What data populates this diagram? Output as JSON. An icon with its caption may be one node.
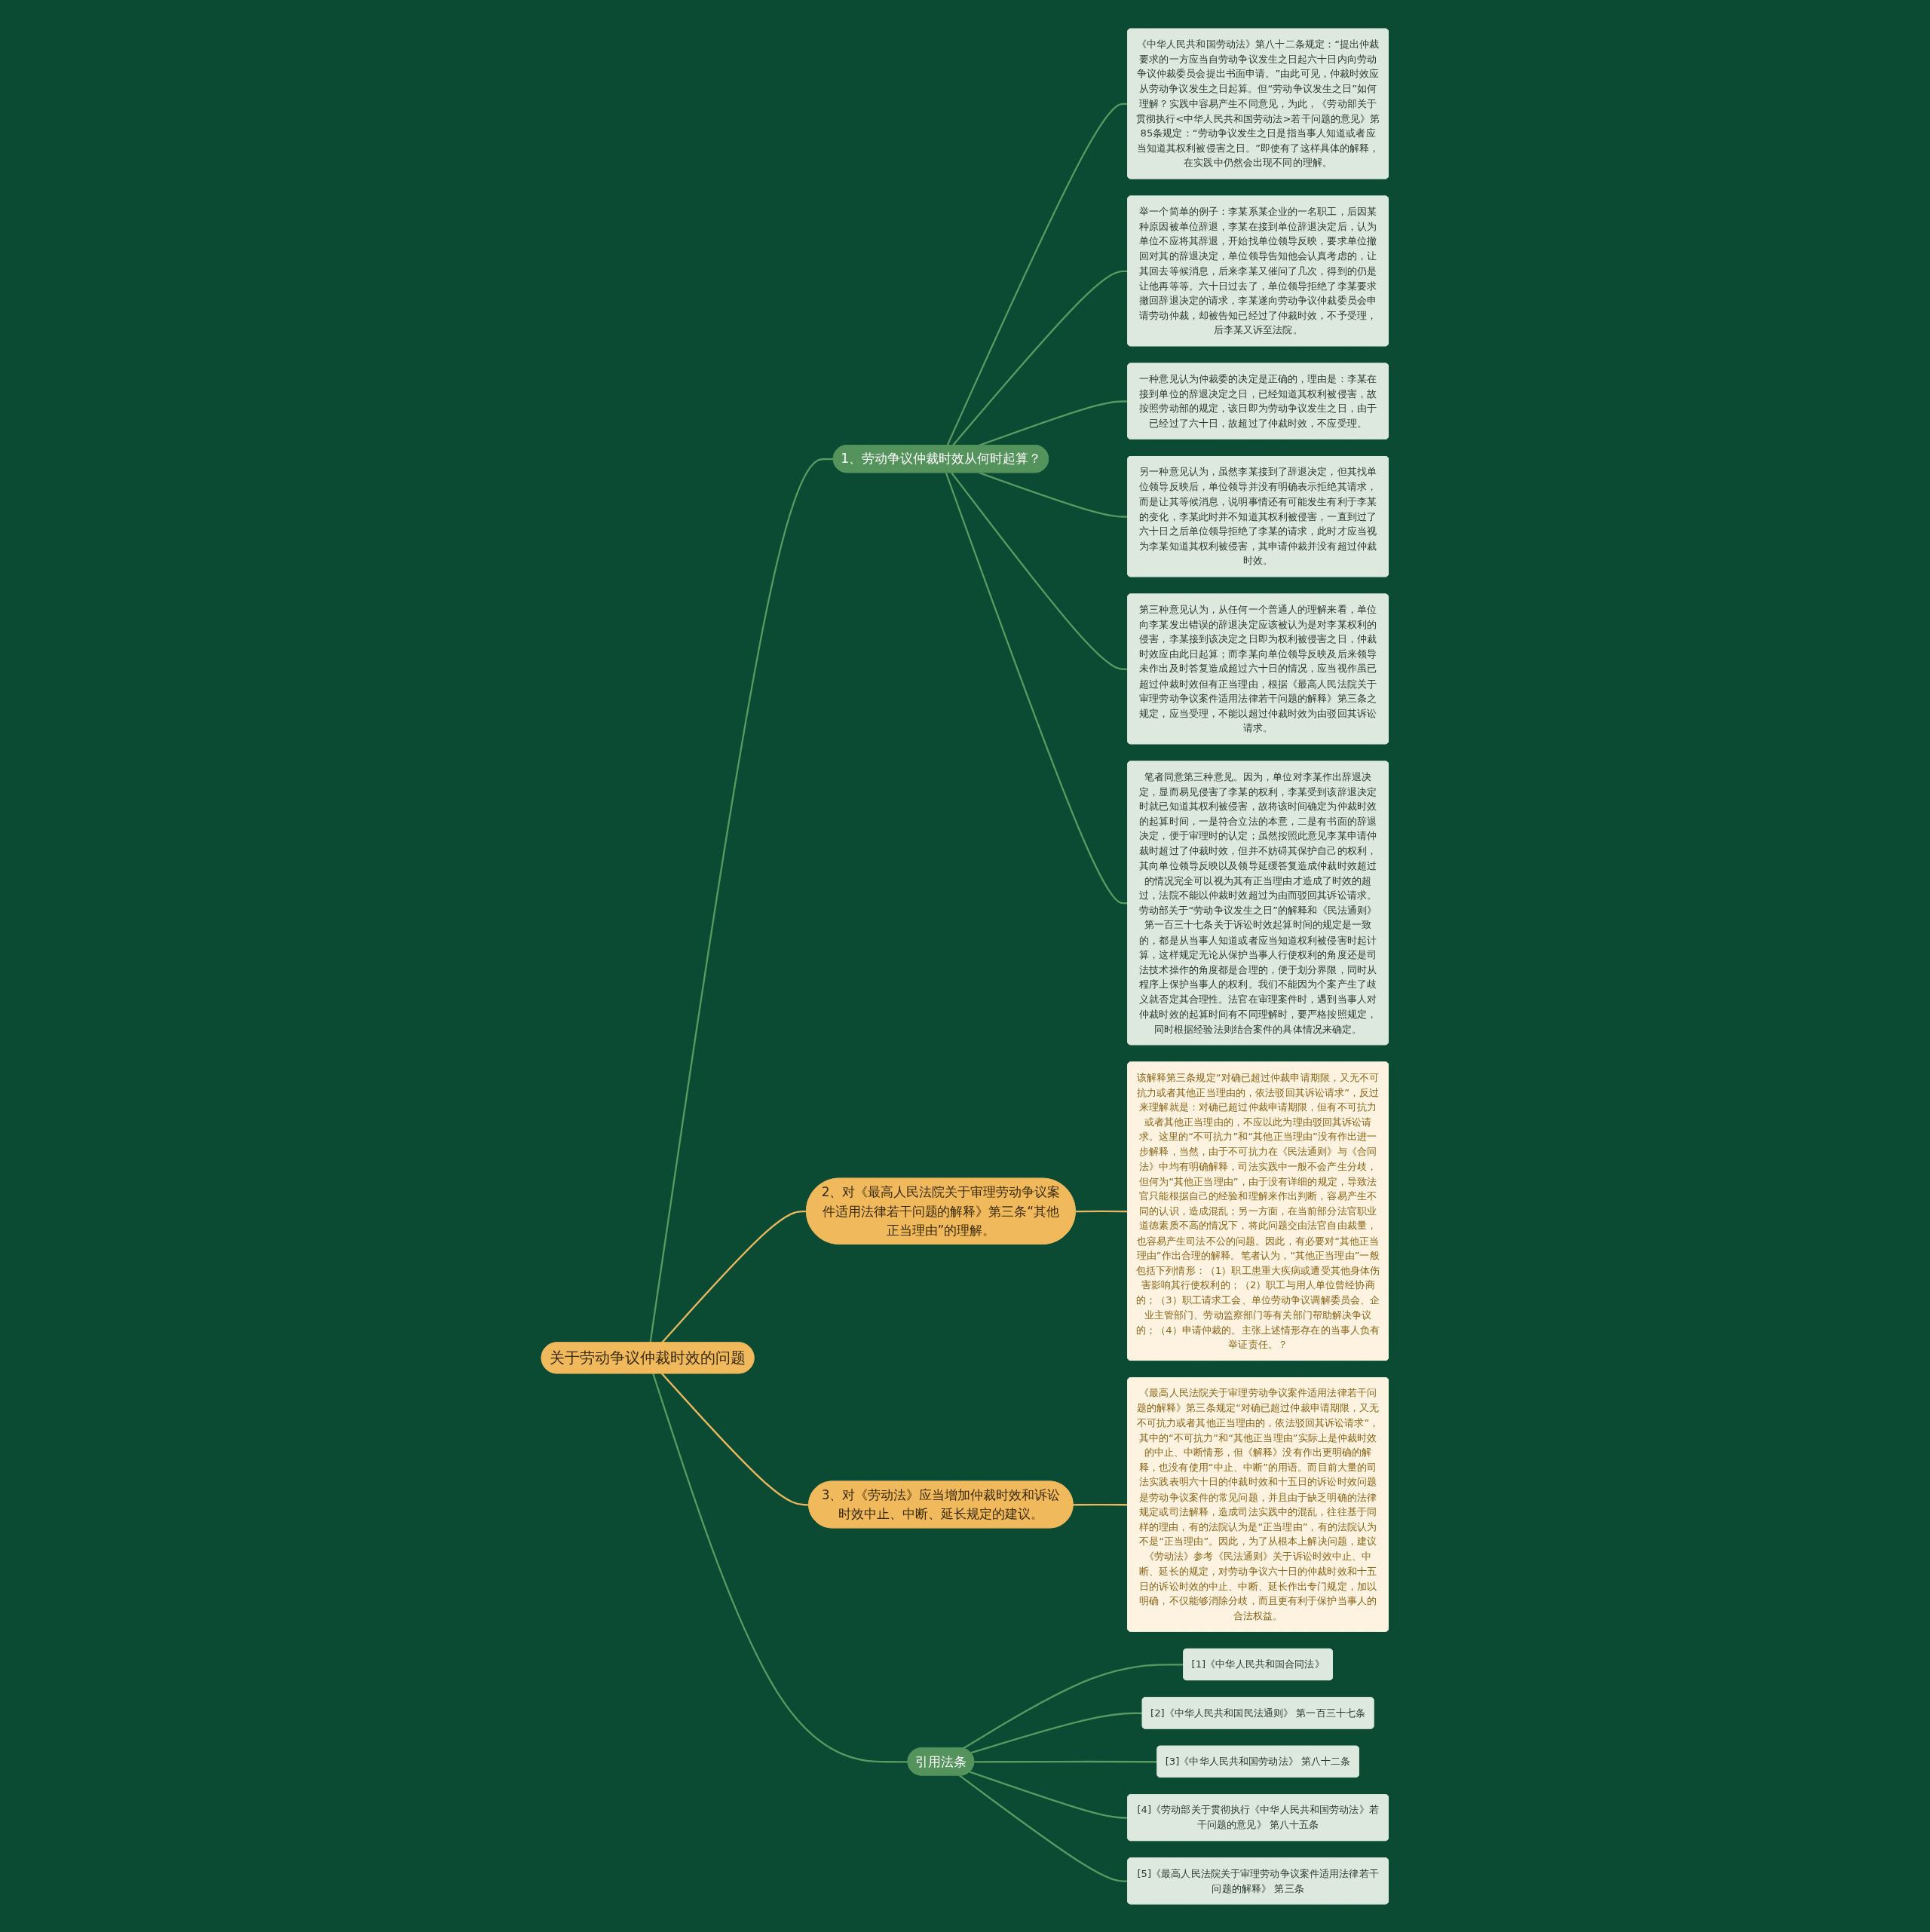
{
  "diagram": {
    "nodes": [
      {
        "text": [
          "关于劳动争议仲裁时效的问题"
        ]
      },
      {
        "text": [
          "1、劳动争议仲裁时效从何时起算？"
        ]
      },
      {
        "text": [
          "《中华人民共和国劳动法》第八十二条规定：“提出仲裁要求的一方应当自劳动争议发生之日起六十日内向劳动争议仲裁委员会提出书面申请。”由此可见，仲裁时效应从劳动争议发生之日起算。但“劳动争议发生之日”如何理解？实践中容易产生不同意见，为此，《劳动部关于贯彻执行<中华人民共和国劳动法>若干问题的意见》第85条规定：“劳动争议发生之日是指当事人知道或者应当知道其权利被侵害之日。”即使有了这样具体的解释，在实践中仍然会出现不同的理解。"
        ]
      },
      {
        "text": [
          "举一个简单的例子：李某系某企业的一名职工，后因某种原因被单位辞退，李某在接到单位辞退决定后，认为单位不应将其辞退，开始找单位领导反映，要求单位撤回对其的辞退决定，单位领导告知他会认真考虑的，让其回去等候消息，后来李某又催问了几次，得到的仍是让他再等等。六十日过去了，单位领导拒绝了李某要求撤回辞退决定的请求，李某遂向劳动争议仲裁委员会申请劳动仲裁，却被告知已经过了仲裁时效，不予受理，后李某又诉至法院。"
        ]
      },
      {
        "text": [
          "一种意见认为仲裁委的决定是正确的，理由是：李某在接到单位的辞退决定之日，已经知道其权利被侵害，故按照劳动部的规定，该日即为劳动争议发生之日，由于已经过了六十日，故超过了仲裁时效，不应受理。"
        ]
      },
      {
        "text": [
          "另一种意见认为，虽然李某接到了辞退决定，但其找单位领导反映后，单位领导并没有明确表示拒绝其请求，而是让其等候消息，说明事情还有可能发生有利于李某的变化，李某此时并不知道其权利被侵害，一直到过了六十日之后单位领导拒绝了李某的请求，此时才应当视为李某知道其权利被侵害，其申请仲裁并没有超过仲裁时效。"
        ]
      },
      {
        "text": [
          "第三种意见认为，从任何一个普通人的理解来看，单位向李某发出错误的辞退决定应该被认为是对李某权利的侵害，李某接到该决定之日即为权利被侵害之日，仲裁时效应由此日起算；而李某向单位领导反映及后来领导未作出及时答复造成超过六十日的情况，应当视作虽已超过仲裁时效但有正当理由，根据《最高人民法院关于审理劳动争议案件适用法律若干问题的解释》第三条之规定，应当受理，不能以超过仲裁时效为由驳回其诉讼请求。"
        ]
      },
      {
        "text": [
          "笔者同意第三种意见。因为，单位对李某作出辞退决定，显而易见侵害了李某的权利，李某受到该辞退决定时就已知道其权利被侵害，故将该时间确定为仲裁时效的起算时间，一是符合立法的本意，二是有书面的辞退决定，便于审理时的认定；虽然按照此意见李某申请仲裁时超过了仲裁时效，但并不妨碍其保护自己的权利，其向单位领导反映以及领导延缓答复造成仲裁时效超过的情况完全可以视为其有正当理由才造成了时效的超过，法院不能以仲裁时效超过为由而驳回其诉讼请求。劳动部关于“劳动争议发生之日”的解释和《民法通则》第一百三十七条关于诉讼时效起算时间的规定是一致的，都是从当事人知道或者应当知道权利被侵害时起计算，这样规定无论从保护当事人行使权利的角度还是司法技术操作的角度都是合理的，便于划分界限，同时从程序上保护当事人的权利。我们不能因为个案产生了歧义就否定其合理性。法官在审理案件时，遇到当事人对仲裁时效的起算时间有不同理解时，要严格按照规定，同时根据经验法则结合案件的具体情况来确定。"
        ]
      },
      {
        "text": [
          "2、对《最高人民法院关于审理劳动争议案件适用法律若干问题的解释》第三条“其他正当理由”的理解。"
        ]
      },
      {
        "text": [
          "该解释第三条规定“对确已超过仲裁申请期限，又无不可抗力或者其他正当理由的，依法驳回其诉讼请求”，反过来理解就是：对确已超过仲裁申请期限，但有不可抗力或者其他正当理由的，不应以此为理由驳回其诉讼请求。这里的“不可抗力”和“其他正当理由”没有作出进一步解释，当然，由于不可抗力在《民法通则》与《合同法》中均有明确解释，司法实践中一般不会产生分歧，但何为“其他正当理由”，由于没有详细的规定，导致法官只能根据自己的经验和理解来作出判断，容易产生不同的认识，造成混乱；另一方面，在当前部分法官职业道德素质不高的情况下，将此问题交由法官自由裁量，也容易产生司法不公的问题。因此，有必要对“其他正当理由”作出合理的解释。笔者认为，“其他正当理由”一般包括下列情形：（1）职工患重大疾病或遭受其他身体伤害影响其行使权利的；（2）职工与用人单位曾经协商的；（3）职工请求工会、单位劳动争议调解委员会、企业主管部门、劳动监察部门等有关部门帮助解决争议的；（4）申请仲裁的。主张上述情形存在的当事人负有举证责任。？"
        ]
      },
      {
        "text": [
          "3、对《劳动法》应当增加仲裁时效和诉讼时效中止、中断、延长规定的建议。"
        ]
      },
      {
        "text": [
          "《最高人民法院关于审理劳动争议案件适用法律若干问题的解释》第三条规定“对确已超过仲裁申请期限，又无不可抗力或者其他正当理由的，依法驳回其诉讼请求”，其中的“不可抗力”和“其他正当理由”实际上是仲裁时效的中止、中断情形，但《解释》没有作出更明确的解释，也没有使用“中止、中断”的用语。而目前大量的司法实践表明六十日的仲裁时效和十五日的诉讼时效问题是劳动争议案件的常见问题，并且由于缺乏明确的法律规定或司法解释，造成司法实践中的混乱，往往基于同样的理由，有的法院认为是“正当理由”，有的法院认为不是“正当理由”。因此，为了从根本上解决问题，建议《劳动法》参考《民法通则》关于诉讼时效中止、中断、延长的规定，对劳动争议六十日的仲裁时效和十五日的诉讼时效的中止、中断、延长作出专门规定，加以明确，不仅能够消除分歧，而且更有利于保护当事人的合法权益。"
        ]
      },
      {
        "text": [
          "引用法条"
        ]
      },
      {
        "text": [
          "[1]《中华人民共和国合同法》"
        ]
      },
      {
        "text": [
          "[2]《中华人民共和国民法通则》 第一百三十七条"
        ]
      },
      {
        "text": [
          "[3]《中华人民共和国劳动法》 第八十二条"
        ]
      },
      {
        "text": [
          "[4]《劳动部关于贯彻执行《中华人民共和国劳动法》若干问题的意见》 第八十五条"
        ]
      },
      {
        "text": [
          "[5]《最高人民法院关于审理劳动争议案件适用法律若干问题的解释》 第三条"
        ]
      }
    ],
    "edges": [
      {
        "from": 0,
        "to": 1,
        "arrow": "none"
      },
      {
        "from": 1,
        "to": 2,
        "arrow": "none"
      },
      {
        "from": 1,
        "to": 3,
        "arrow": "none"
      },
      {
        "from": 1,
        "to": 4,
        "arrow": "none"
      },
      {
        "from": 1,
        "to": 5,
        "arrow": "none"
      },
      {
        "from": 1,
        "to": 6,
        "arrow": "none"
      },
      {
        "from": 1,
        "to": 7,
        "arrow": "none"
      },
      {
        "from": 0,
        "to": 8,
        "arrow": "none",
        "color": "#e8b860"
      },
      {
        "from": 8,
        "to": 9,
        "arrow": "none",
        "color": "#e8b860"
      },
      {
        "from": 0,
        "to": 10,
        "arrow": "none",
        "color": "#e8b860"
      },
      {
        "from": 10,
        "to": 11,
        "arrow": "none",
        "color": "#e8b860"
      },
      {
        "from": 0,
        "to": 12,
        "arrow": "none"
      },
      {
        "from": 12,
        "to": 13,
        "arrow": "none"
      },
      {
        "from": 12,
        "to": 14,
        "arrow": "none"
      },
      {
        "from": 12,
        "to": 15,
        "arrow": "none"
      },
      {
        "from": 12,
        "to": 16,
        "arrow": "none"
      },
      {
        "from": 12,
        "to": 17,
        "arrow": "none"
      }
    ]
  }
}
